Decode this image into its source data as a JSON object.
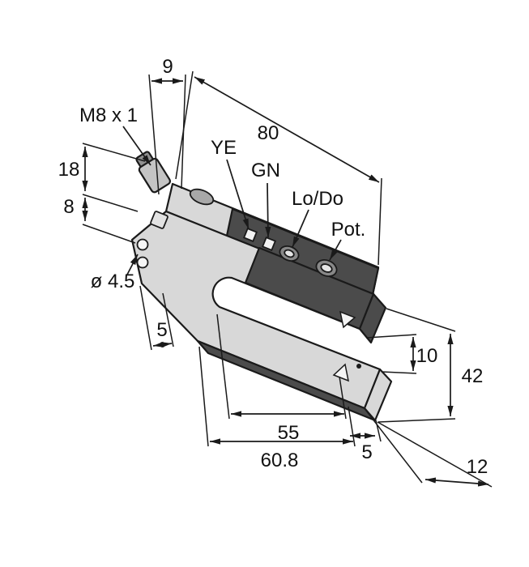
{
  "drawing": {
    "labels": {
      "connector_thread": "M8 x 1",
      "led_yellow": "YE",
      "led_green": "GN",
      "output_switch": "Lo/Do",
      "potentiometer": "Pot."
    },
    "dimensions": {
      "housing_top_width": "9",
      "housing_length": "80",
      "connector_section_height": "18",
      "mounting_hole_spacing": "8",
      "mounting_hole_diameter": "ø 4.5",
      "hole_edge_offset": "5",
      "slot_opening": "10",
      "housing_height": "42",
      "slot_depth": "55",
      "slot_depth_overall": "60.8",
      "tip_offset": "5",
      "housing_width": "12"
    },
    "colors": {
      "body": "#d8d8d8",
      "panel": "#4b4b4b",
      "line": "#1a1a1a"
    }
  }
}
